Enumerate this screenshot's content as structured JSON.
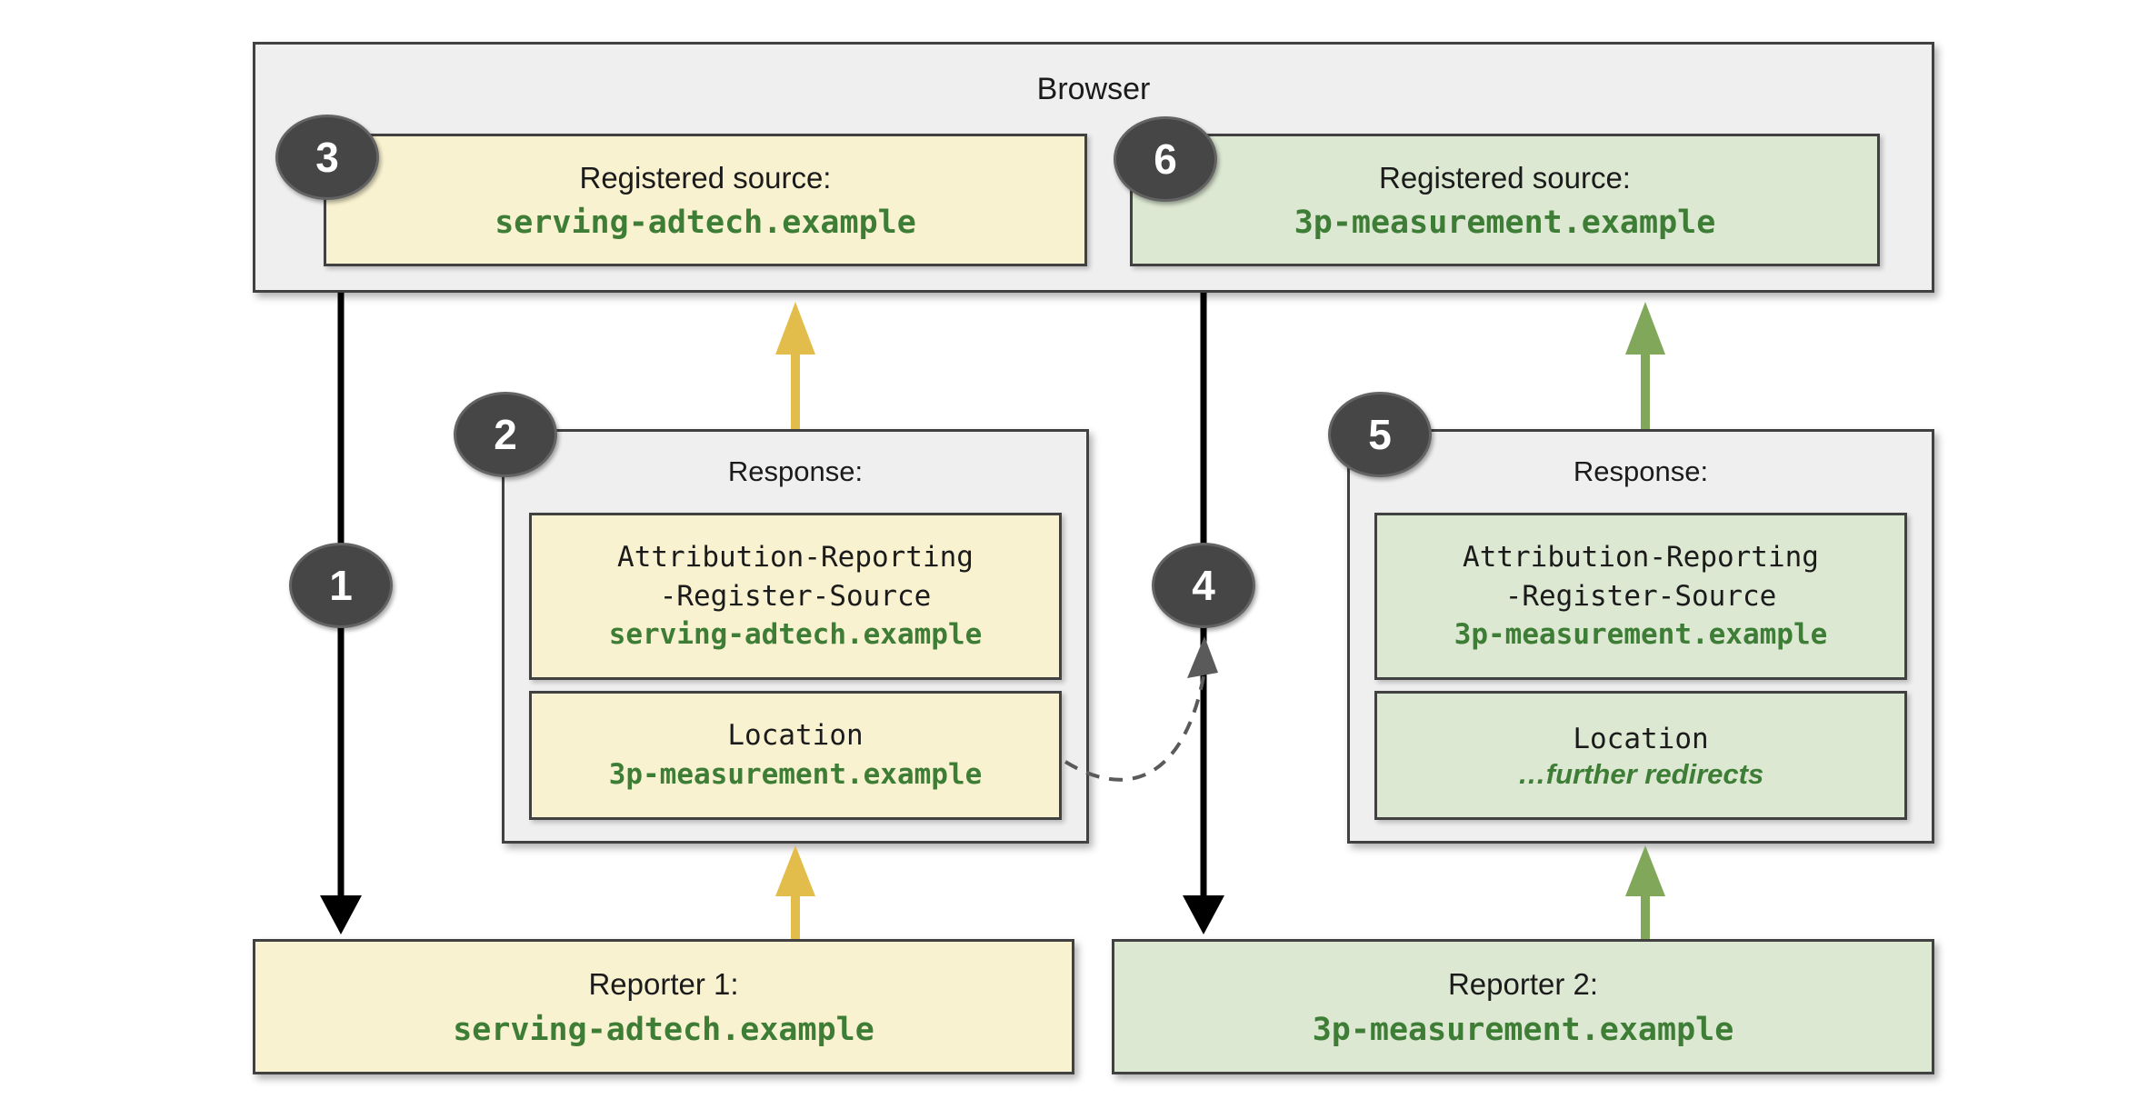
{
  "colors": {
    "yellow_fill": "#F9F2D0",
    "green_fill": "#DCE8D2",
    "gray_fill": "#EFEFEF",
    "border_dark": "#414141",
    "green_text": "#3E7D36",
    "arrow_yellow": "#E3BD4B",
    "arrow_green": "#81A85A",
    "arrow_black": "#000000",
    "dashed_gray": "#5A5A5A",
    "badge_fill": "#464646",
    "badge_border": "#636363"
  },
  "browser": {
    "title": "Browser"
  },
  "registered_sources": [
    {
      "label": "Registered source:",
      "domain": "serving-adtech.example"
    },
    {
      "label": "Registered source:",
      "domain": "3p-measurement.example"
    }
  ],
  "responses": [
    {
      "title": "Response:",
      "register_source": {
        "line1": "Attribution-Reporting",
        "line2": "-Register-Source",
        "value": "serving-adtech.example"
      },
      "location": {
        "name": "Location",
        "value": "3p-measurement.example"
      }
    },
    {
      "title": "Response:",
      "register_source": {
        "line1": "Attribution-Reporting",
        "line2": "-Register-Source",
        "value": "3p-measurement.example"
      },
      "location": {
        "name": "Location",
        "value": "…further redirects"
      }
    }
  ],
  "reporters": [
    {
      "label": "Reporter 1:",
      "domain": "serving-adtech.example"
    },
    {
      "label": "Reporter 2:",
      "domain": "3p-measurement.example"
    }
  ],
  "steps": {
    "s1": "1",
    "s2": "2",
    "s3": "3",
    "s4": "4",
    "s5": "5",
    "s6": "6"
  }
}
